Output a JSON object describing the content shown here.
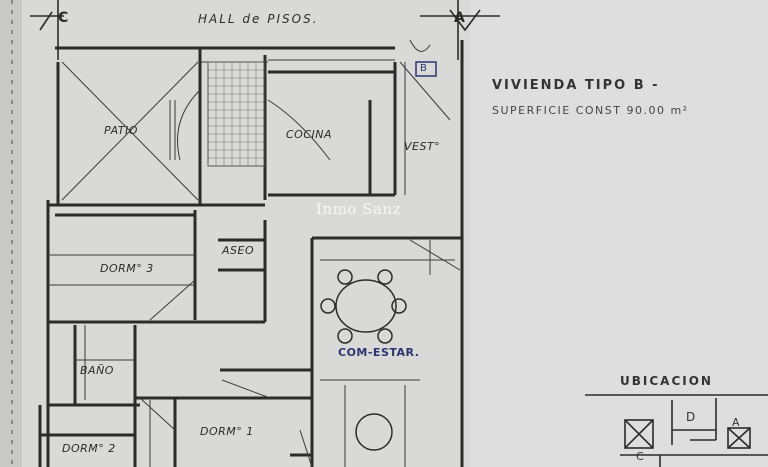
{
  "header": {
    "grid_c": "C",
    "grid_a": "A",
    "hall": "HALL de PISOS."
  },
  "title": {
    "name": "VIVIENDA TIPO B -",
    "area": "SUPERFICIE CONST 90.00 m²"
  },
  "rooms": {
    "patio": "PATIO",
    "cocina": "COCINA",
    "vestibulo": "VEST°",
    "dorm3": "DORM° 3",
    "aseo": "ASEO",
    "comedor": "COM-ESTAR.",
    "bano": "BAÑO",
    "dorm1": "DORM° 1",
    "dorm2": "DORM° 2",
    "marker": "B"
  },
  "location": {
    "title": "UBICACION",
    "d": "D",
    "a": "A",
    "c": "C"
  },
  "watermark": "Inmo Sanz",
  "colors": {
    "paper": "#d8d8d6",
    "ink": "#2b2b2b",
    "pen": "#2c3570"
  }
}
